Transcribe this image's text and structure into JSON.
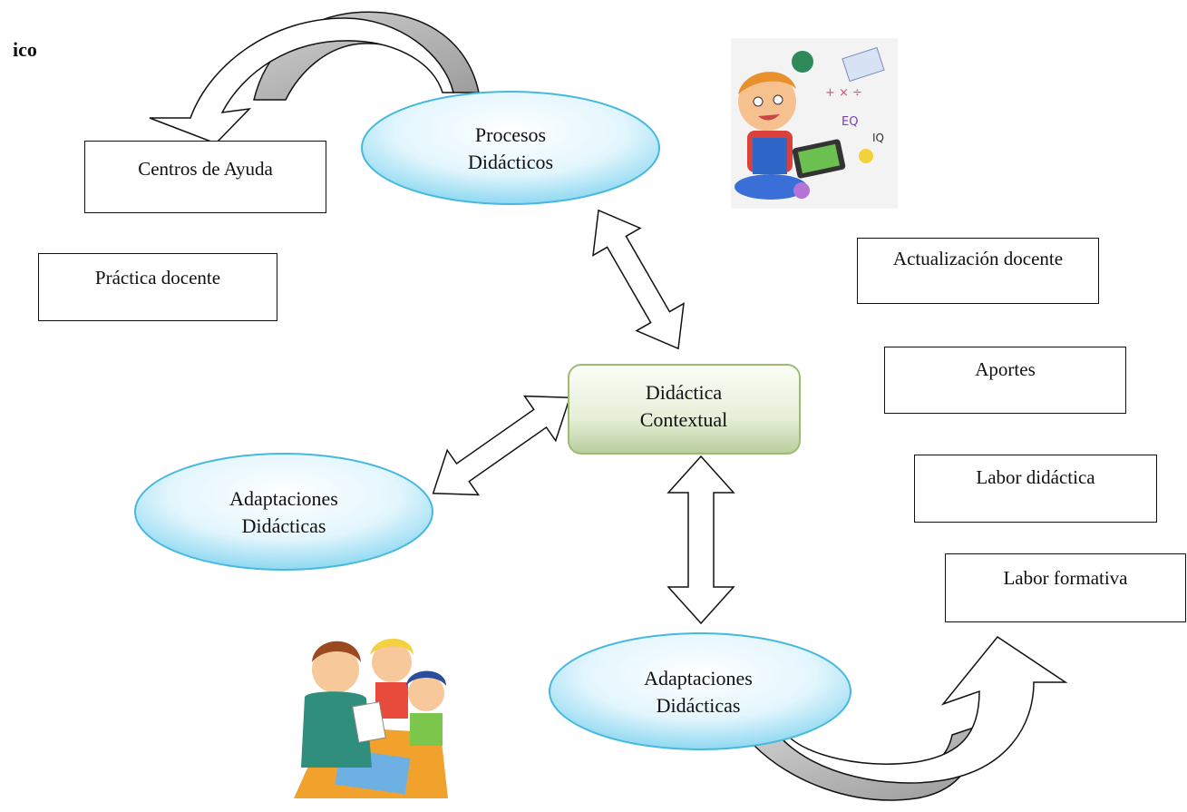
{
  "heading": "ico",
  "nodes": {
    "centros": "Centros de Ayuda",
    "practica": "Práctica docente",
    "procesos": [
      "Procesos",
      "Didácticos"
    ],
    "actualizacion": "Actualización docente",
    "aportes": "Aportes",
    "central": [
      "Didáctica",
      "Contextual"
    ],
    "adapt_left": [
      "Adaptaciones",
      "Didácticas"
    ],
    "labor_didactica": "Labor didáctica",
    "labor_formativa": "Labor formativa",
    "adapt_bottom": [
      "Adaptaciones",
      "Didácticas"
    ]
  },
  "illustrations": {
    "top_right": "child-with-tablet-illustration",
    "bottom_left": "teacher-with-children-illustration"
  }
}
